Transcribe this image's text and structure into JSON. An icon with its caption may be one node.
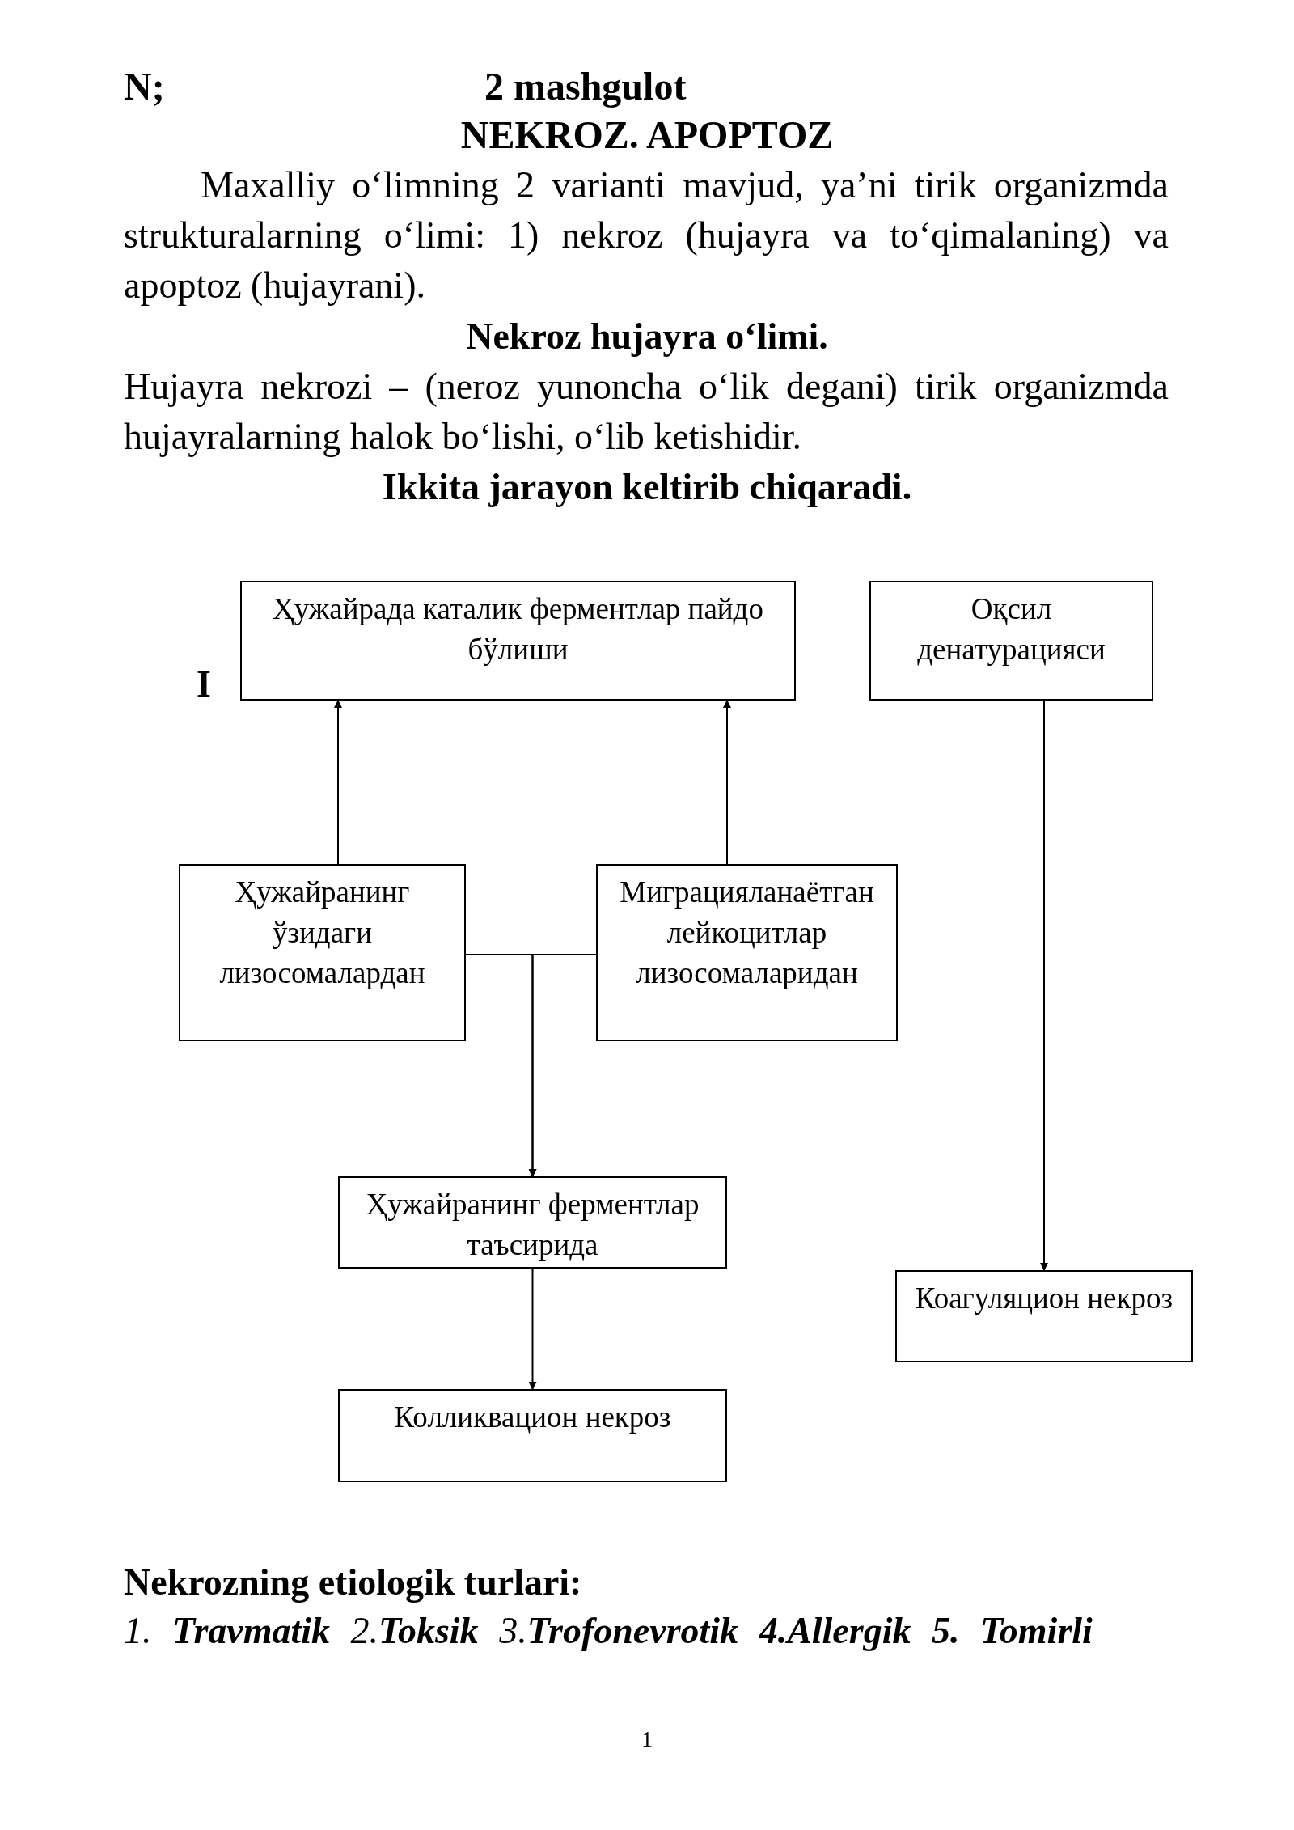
{
  "diagram": {
    "title": "NEKROZ. APOPTOZ",
    "nodes": [
      {
        "text": [
          "Ҳужайрада каталик ферментлар пайдо бўлиши"
        ]
      },
      {
        "text": [
          "Оқсил денатурацияси"
        ]
      },
      {
        "text": [
          "Ҳужайранинг ўзидаги лизосомалардан"
        ]
      },
      {
        "text": [
          "Миграцияланаётган лейкоцитлар лизосомаларидан"
        ]
      },
      {
        "text": [
          "Ҳужайранинг ферментлар таъсирида"
        ]
      },
      {
        "text": [
          "Коагуляцион некроз"
        ]
      },
      {
        "text": [
          "Колликвацион некроз"
        ]
      }
    ],
    "edges": [
      {
        "from": 2,
        "to": 0,
        "arrow": "to"
      },
      {
        "from": 3,
        "to": 0,
        "arrow": "to"
      },
      {
        "from": 2,
        "to": 4,
        "arrow": "to"
      },
      {
        "from": 3,
        "to": 4,
        "arrow": "to"
      },
      {
        "from": 1,
        "to": 5,
        "arrow": "to"
      },
      {
        "from": 4,
        "to": 6,
        "arrow": "to"
      }
    ],
    "labels": [
      "N;",
      "2 mashgulot",
      "Maxalliy o‘limning 2 varianti mavjud, ya’ni tirik organizmda strukturalarning o‘limi: 1) nekroz (hujayra va to‘qimalaning) va apoptoz (hujayrani).",
      "Nekroz hujayra o‘limi.",
      "Hujayra nekrozi – (neroz yunoncha o‘lik degani) tirik organizmda hujayralarning halok bo‘lishi, o‘lib ketishidir.",
      "Ikkita jarayon keltirib chiqaradi.",
      "I",
      "Nekrozning etiologik turlari:",
      "1. **Travmatik** 2.**Toksik** 3.**Trofonevrotik** **4.Allergik 5. Tomirli**",
      "1"
    ]
  }
}
